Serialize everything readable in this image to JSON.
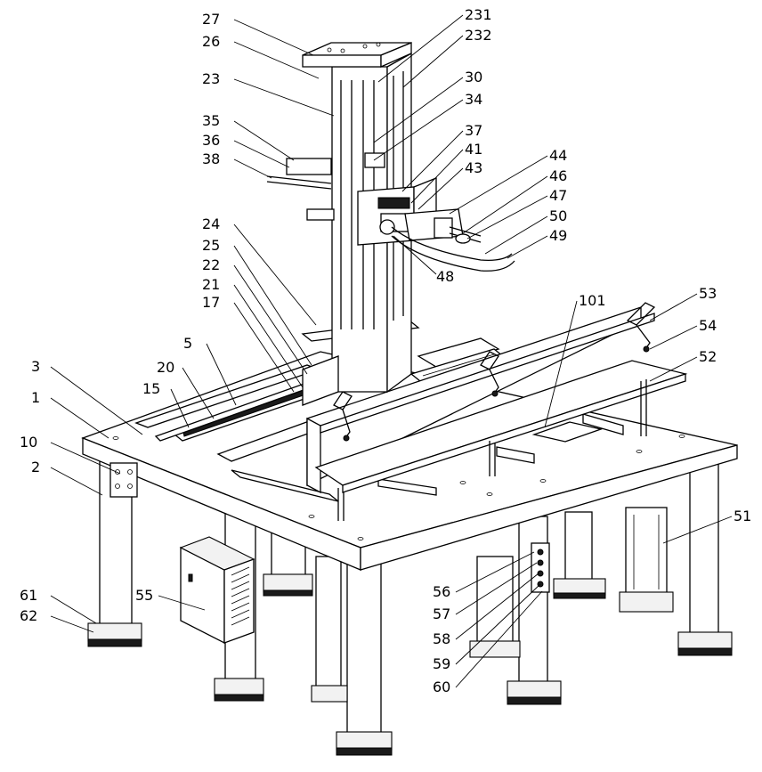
{
  "figure": {
    "labels": [
      {
        "text": "27",
        "side": "left"
      },
      {
        "text": "26",
        "side": "left"
      },
      {
        "text": "23",
        "side": "left"
      },
      {
        "text": "35",
        "side": "left"
      },
      {
        "text": "36",
        "side": "left"
      },
      {
        "text": "38",
        "side": "left"
      },
      {
        "text": "24",
        "side": "left"
      },
      {
        "text": "25",
        "side": "left"
      },
      {
        "text": "22",
        "side": "left"
      },
      {
        "text": "21",
        "side": "left"
      },
      {
        "text": "17",
        "side": "left"
      },
      {
        "text": "5",
        "side": "left"
      },
      {
        "text": "20",
        "side": "left"
      },
      {
        "text": "15",
        "side": "left"
      },
      {
        "text": "3",
        "side": "left"
      },
      {
        "text": "1",
        "side": "left"
      },
      {
        "text": "10",
        "side": "left"
      },
      {
        "text": "2",
        "side": "left"
      },
      {
        "text": "61",
        "side": "left"
      },
      {
        "text": "62",
        "side": "left"
      },
      {
        "text": "55",
        "side": "left"
      },
      {
        "text": "231",
        "side": "right"
      },
      {
        "text": "232",
        "side": "right"
      },
      {
        "text": "30",
        "side": "right"
      },
      {
        "text": "34",
        "side": "right"
      },
      {
        "text": "37",
        "side": "right"
      },
      {
        "text": "41",
        "side": "right"
      },
      {
        "text": "43",
        "side": "right"
      },
      {
        "text": "44",
        "side": "right"
      },
      {
        "text": "46",
        "side": "right"
      },
      {
        "text": "47",
        "side": "right"
      },
      {
        "text": "50",
        "side": "right"
      },
      {
        "text": "49",
        "side": "right"
      },
      {
        "text": "48",
        "side": "right"
      },
      {
        "text": "101",
        "side": "right"
      },
      {
        "text": "53",
        "side": "right"
      },
      {
        "text": "54",
        "side": "right"
      },
      {
        "text": "52",
        "side": "right"
      },
      {
        "text": "51",
        "side": "right"
      },
      {
        "text": "56",
        "side": "right"
      },
      {
        "text": "57",
        "side": "right"
      },
      {
        "text": "58",
        "side": "right"
      },
      {
        "text": "59",
        "side": "right"
      },
      {
        "text": "60",
        "side": "right"
      }
    ]
  }
}
